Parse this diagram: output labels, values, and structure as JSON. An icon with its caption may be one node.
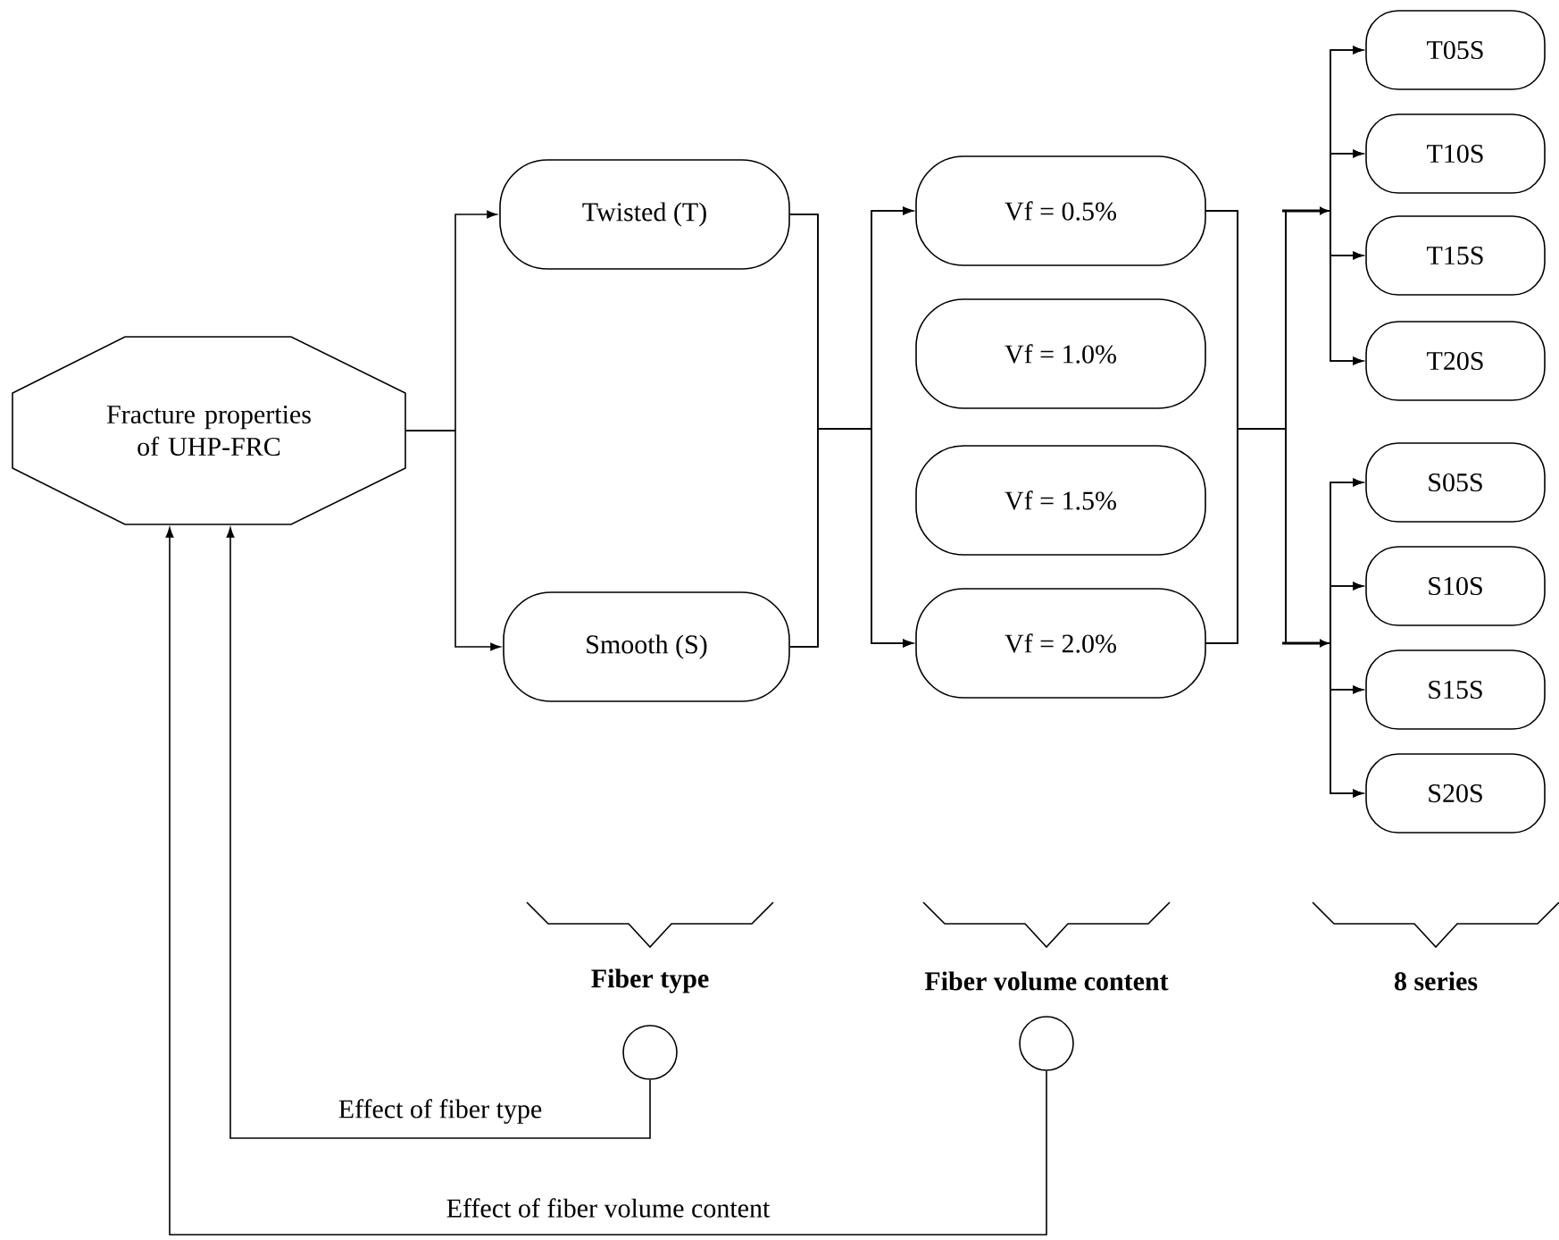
{
  "diagram": {
    "nodes": [
      {
        "text": [
          "Fracture properties of UHP-FRC"
        ]
      },
      {
        "text": [
          "Twisted (T)"
        ]
      },
      {
        "text": [
          "Smooth (S)"
        ]
      },
      {
        "text": [
          "Vf = 0.5%"
        ]
      },
      {
        "text": [
          "Vf = 1.0%"
        ]
      },
      {
        "text": [
          "Vf = 1.5%"
        ]
      },
      {
        "text": [
          "Vf = 2.0%"
        ]
      },
      {
        "text": [
          "T05S"
        ]
      },
      {
        "text": [
          "T10S"
        ]
      },
      {
        "text": [
          "T15S"
        ]
      },
      {
        "text": [
          "T20S"
        ]
      },
      {
        "text": [
          "S05S"
        ]
      },
      {
        "text": [
          "S10S"
        ]
      },
      {
        "text": [
          "S15S"
        ]
      },
      {
        "text": [
          "S20S"
        ]
      },
      {
        "text": [],
        "shape": "circle"
      },
      {
        "text": [],
        "shape": "circle"
      }
    ],
    "edges": [
      {
        "from": 0,
        "to": 1,
        "arrow": "to"
      },
      {
        "from": 0,
        "to": 2,
        "arrow": "to"
      },
      {
        "from": 1,
        "to": 3,
        "arrow": "to"
      },
      {
        "from": 1,
        "to": 6,
        "arrow": "to"
      },
      {
        "from": 2,
        "to": 3,
        "arrow": "to"
      },
      {
        "from": 2,
        "to": 6,
        "arrow": "to"
      },
      {
        "from": 3,
        "to": 7,
        "arrow": "to"
      },
      {
        "from": 3,
        "to": 8,
        "arrow": "to"
      },
      {
        "from": 3,
        "to": 9,
        "arrow": "to"
      },
      {
        "from": 3,
        "to": 10,
        "arrow": "to"
      },
      {
        "from": 3,
        "to": 11,
        "arrow": "to"
      },
      {
        "from": 3,
        "to": 12,
        "arrow": "to"
      },
      {
        "from": 3,
        "to": 13,
        "arrow": "to"
      },
      {
        "from": 3,
        "to": 14,
        "arrow": "to"
      },
      {
        "from": 6,
        "to": 7,
        "arrow": "to"
      },
      {
        "from": 6,
        "to": 8,
        "arrow": "to"
      },
      {
        "from": 6,
        "to": 9,
        "arrow": "to"
      },
      {
        "from": 6,
        "to": 10,
        "arrow": "to"
      },
      {
        "from": 6,
        "to": 11,
        "arrow": "to"
      },
      {
        "from": 6,
        "to": 12,
        "arrow": "to"
      },
      {
        "from": 6,
        "to": 13,
        "arrow": "to"
      },
      {
        "from": 6,
        "to": 14,
        "arrow": "to"
      },
      {
        "from": 15,
        "to": 0,
        "arrow": "to",
        "label": "Effect of fiber type"
      },
      {
        "from": 16,
        "to": 0,
        "arrow": "to",
        "label": "Effect of fiber volume content"
      }
    ],
    "labels": [
      "Fiber type",
      "Fiber volume content",
      "8 series"
    ]
  }
}
